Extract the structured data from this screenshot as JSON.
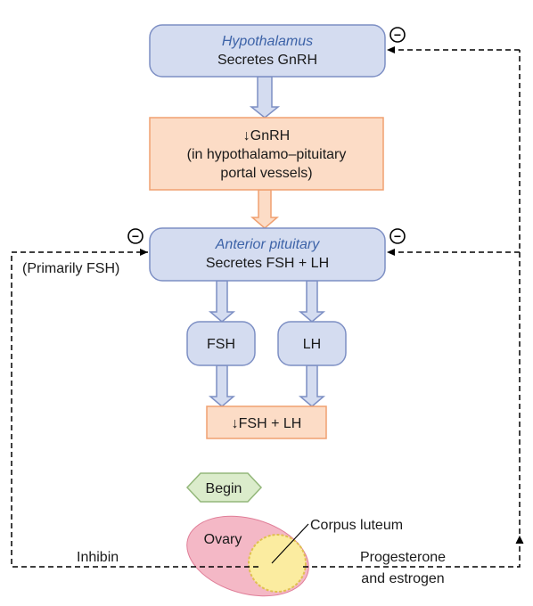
{
  "hypothalamus": {
    "title": "Hypothalamus",
    "subtitle": "Secretes GnRH"
  },
  "gnrh_box": {
    "line1": "↓GnRH",
    "line2": "(in hypothalamo–pituitary",
    "line3": "portal vessels)"
  },
  "anterior_pituitary": {
    "title": "Anterior pituitary",
    "subtitle": "Secretes FSH + LH"
  },
  "fsh": "FSH",
  "lh": "LH",
  "fsh_lh_box": "↓FSH + LH",
  "begin": "Begin",
  "ovary": "Ovary",
  "corpus_luteum": "Corpus luteum",
  "inhibin": "Inhibin",
  "primarily_fsh": "(Primarily FSH)",
  "progesterone_estrogen": {
    "line1": "Progesterone",
    "line2": "and estrogen"
  },
  "inhibit_symbol": "−",
  "colors": {
    "blue_fill": "#d4dcf0",
    "blue_stroke": "#7d8fc4",
    "orange_fill": "#fcdcc6",
    "orange_stroke": "#f0a070",
    "green_fill": "#dbeccb",
    "green_stroke": "#93b77a",
    "ovary_fill": "#f4b8c6",
    "luteum_fill": "#fbeca0",
    "luteum_stroke": "#e0c050",
    "title_blue": "#3d63a8"
  }
}
